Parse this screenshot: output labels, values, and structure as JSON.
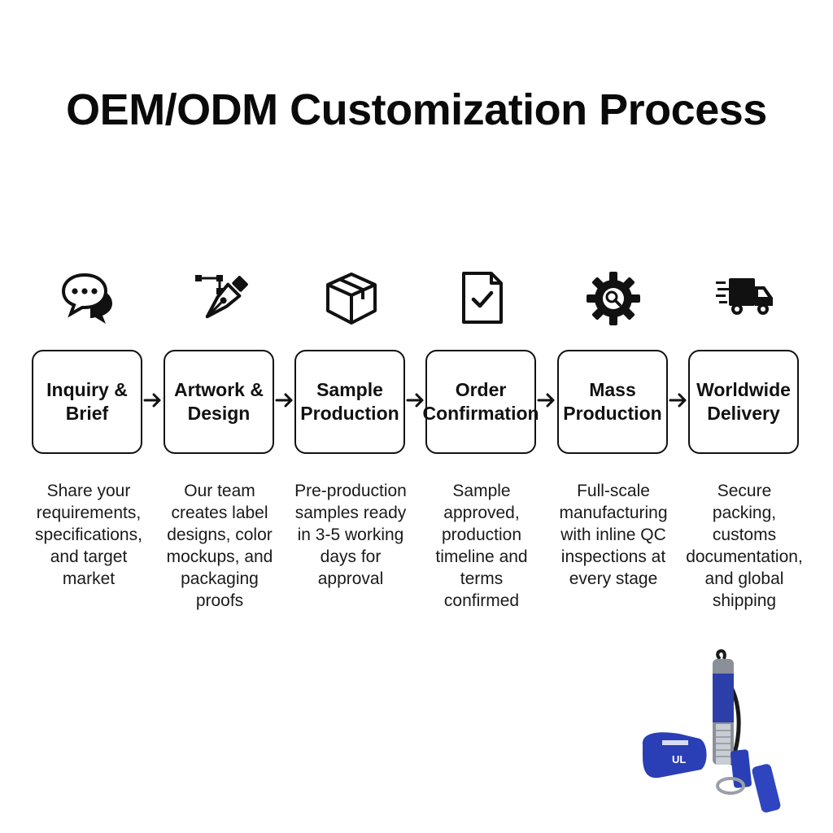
{
  "title": "OEM/ODM Customization Process",
  "steps": [
    {
      "label_line1": "Inquiry &",
      "label_line2": "Brief",
      "icon": "chat-bubbles-icon",
      "desc_lines": [
        "Share your",
        "requirements,",
        "specifications,",
        "and target",
        "market"
      ]
    },
    {
      "label_line1": "Artwork &",
      "label_line2": "Design",
      "icon": "pen-nib-icon",
      "desc_lines": [
        "Our team",
        "creates label",
        "designs, color",
        "mockups, and",
        "packaging",
        "proofs"
      ]
    },
    {
      "label_line1": "Sample",
      "label_line2": "Production",
      "icon": "box-icon",
      "desc_lines": [
        "Pre-production",
        "samples ready",
        "in 3-5 working",
        "days for",
        "approval"
      ]
    },
    {
      "label_line1": "Order",
      "label_line2": "Confirmation",
      "icon": "document-check-icon",
      "desc_lines": [
        "Sample",
        "approved,",
        "production",
        "timeline and",
        "terms",
        "confirmed"
      ]
    },
    {
      "label_line1": "Mass",
      "label_line2": "Production",
      "icon": "gear-icon",
      "desc_lines": [
        "Full-scale",
        "manufacturing",
        "with inline QC",
        "inspections at",
        "every stage"
      ]
    },
    {
      "label_line1": "Worldwide",
      "label_line2": "Delivery",
      "icon": "delivery-truck-icon",
      "desc_lines": [
        "Secure",
        "packing,",
        "customs",
        "documentation,",
        "and global",
        "shipping"
      ]
    }
  ],
  "product_image": {
    "brand_text": "UL",
    "icon": "water-pump-product-image"
  }
}
